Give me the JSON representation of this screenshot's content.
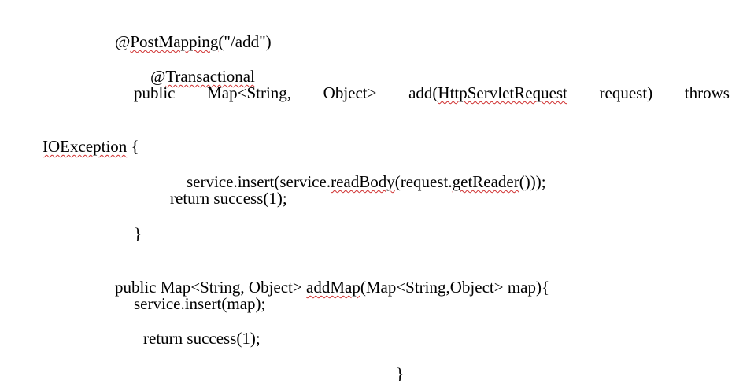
{
  "code": {
    "line1_prefix": "@",
    "line1_annotation": "PostMapping",
    "line1_suffix": "(\"/add\")",
    "line2_prefix": "@",
    "line2_annotation": "Transactional",
    "line3_words": [
      "public",
      "Map<String,",
      "Object>",
      "add(",
      "HttpServletRequest",
      "request)",
      "throws"
    ],
    "line4_exception": "IOException",
    "line4_suffix": " {",
    "line5_a": "service.insert(service.",
    "line5_b": "readBody",
    "line5_c": "(request.",
    "line5_d": "getReader",
    "line5_e": "()));",
    "line6": "return success(1);",
    "line7": "}",
    "line8_a": "public Map<String, Object> ",
    "line8_b": "addMap",
    "line8_c": "(Map<String,Object> map){",
    "line9": "service.insert(map);",
    "line10": "return success(1);",
    "line11": "}"
  }
}
